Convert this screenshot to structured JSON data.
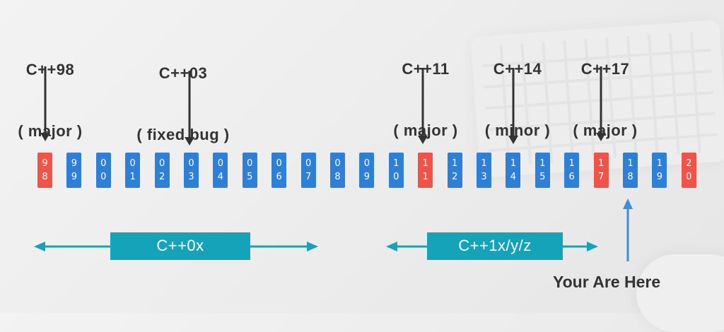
{
  "callouts": [
    {
      "version": "C++98",
      "note": "( major )"
    },
    {
      "version": "C++03",
      "note": "( fixed bug )"
    },
    {
      "version": "C++11",
      "note": "( major )"
    },
    {
      "version": "C++14",
      "note": "( minor )"
    },
    {
      "version": "C++17",
      "note": "( major )"
    }
  ],
  "years": [
    {
      "digits": [
        "9",
        "8"
      ],
      "status": "major"
    },
    {
      "digits": [
        "9",
        "9"
      ],
      "status": "normal"
    },
    {
      "digits": [
        "0",
        "0"
      ],
      "status": "normal"
    },
    {
      "digits": [
        "0",
        "1"
      ],
      "status": "normal"
    },
    {
      "digits": [
        "0",
        "2"
      ],
      "status": "normal"
    },
    {
      "digits": [
        "0",
        "3"
      ],
      "status": "normal"
    },
    {
      "digits": [
        "0",
        "4"
      ],
      "status": "normal"
    },
    {
      "digits": [
        "0",
        "5"
      ],
      "status": "normal"
    },
    {
      "digits": [
        "0",
        "6"
      ],
      "status": "normal"
    },
    {
      "digits": [
        "0",
        "7"
      ],
      "status": "normal"
    },
    {
      "digits": [
        "0",
        "8"
      ],
      "status": "normal"
    },
    {
      "digits": [
        "0",
        "9"
      ],
      "status": "normal"
    },
    {
      "digits": [
        "1",
        "0"
      ],
      "status": "normal"
    },
    {
      "digits": [
        "1",
        "1"
      ],
      "status": "major"
    },
    {
      "digits": [
        "1",
        "2"
      ],
      "status": "normal"
    },
    {
      "digits": [
        "1",
        "3"
      ],
      "status": "normal"
    },
    {
      "digits": [
        "1",
        "4"
      ],
      "status": "normal"
    },
    {
      "digits": [
        "1",
        "5"
      ],
      "status": "normal"
    },
    {
      "digits": [
        "1",
        "6"
      ],
      "status": "normal"
    },
    {
      "digits": [
        "1",
        "7"
      ],
      "status": "major"
    },
    {
      "digits": [
        "1",
        "8"
      ],
      "status": "normal"
    },
    {
      "digits": [
        "1",
        "9"
      ],
      "status": "normal"
    },
    {
      "digits": [
        "2",
        "0"
      ],
      "status": "major"
    }
  ],
  "eras": [
    {
      "label": "C++0x"
    },
    {
      "label": "C++1x/y/z"
    }
  ],
  "marker": {
    "label": "Your Are Here"
  },
  "colors": {
    "major": "#f05448",
    "normal": "#2e7fd6",
    "era": "#14a3b8",
    "marker": "#3a8fd6",
    "callout_arrow": "#333333"
  }
}
